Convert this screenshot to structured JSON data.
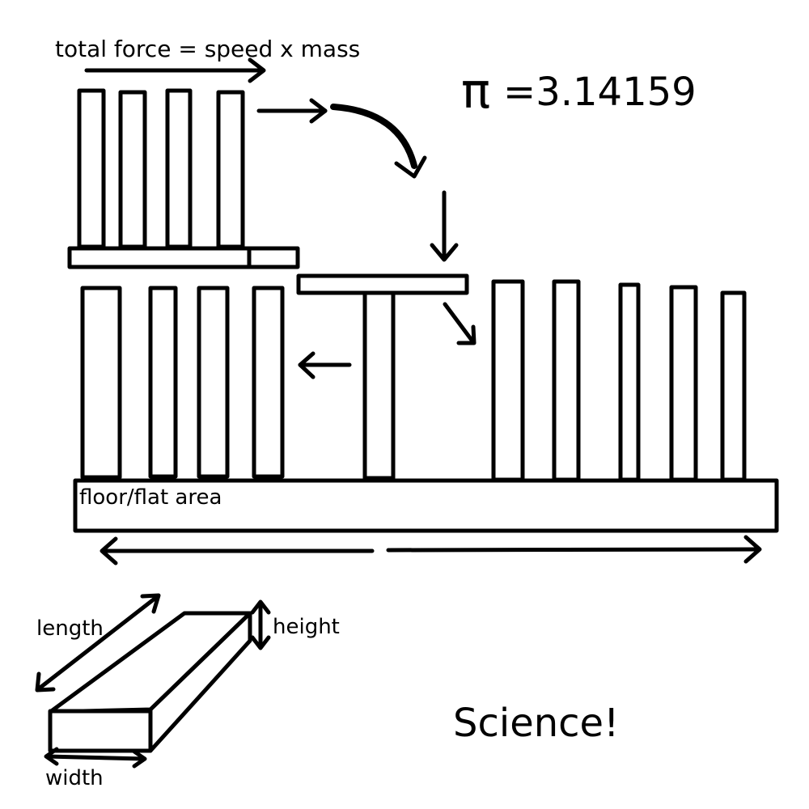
{
  "labels": {
    "formula": "total force = speed x mass",
    "pi_symbol": "π",
    "pi_value": "=3.14159",
    "floor": "floor/flat area",
    "length": "length",
    "height": "height",
    "width": "width",
    "science": "Science!"
  }
}
